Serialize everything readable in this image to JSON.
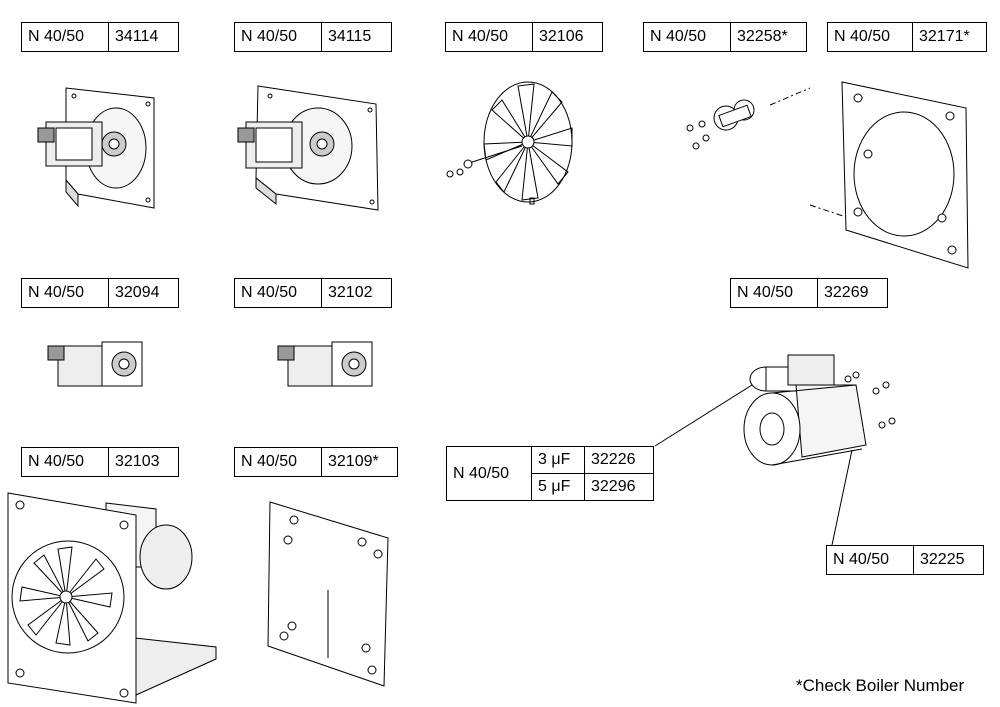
{
  "parts": [
    {
      "model": "N 40/50",
      "code": "34114"
    },
    {
      "model": "N 40/50",
      "code": "34115"
    },
    {
      "model": "N 40/50",
      "code": "32106"
    },
    {
      "model": "N 40/50",
      "code": "32258*"
    },
    {
      "model": "N 40/50",
      "code": "32171*"
    },
    {
      "model": "N 40/50",
      "code": "32094"
    },
    {
      "model": "N 40/50",
      "code": "32102"
    },
    {
      "model": "N 40/50",
      "code": "32269"
    },
    {
      "model": "N 40/50",
      "code": "32103"
    },
    {
      "model": "N 40/50",
      "code": "32109*"
    },
    {
      "model": "N 40/50",
      "code": "32225"
    }
  ],
  "capacitors": {
    "model": "N 40/50",
    "rows": [
      {
        "value": "3 μF",
        "code": "32226"
      },
      {
        "value": "5 μF",
        "code": "32296"
      }
    ]
  },
  "footnote": "*Check Boiler Number"
}
